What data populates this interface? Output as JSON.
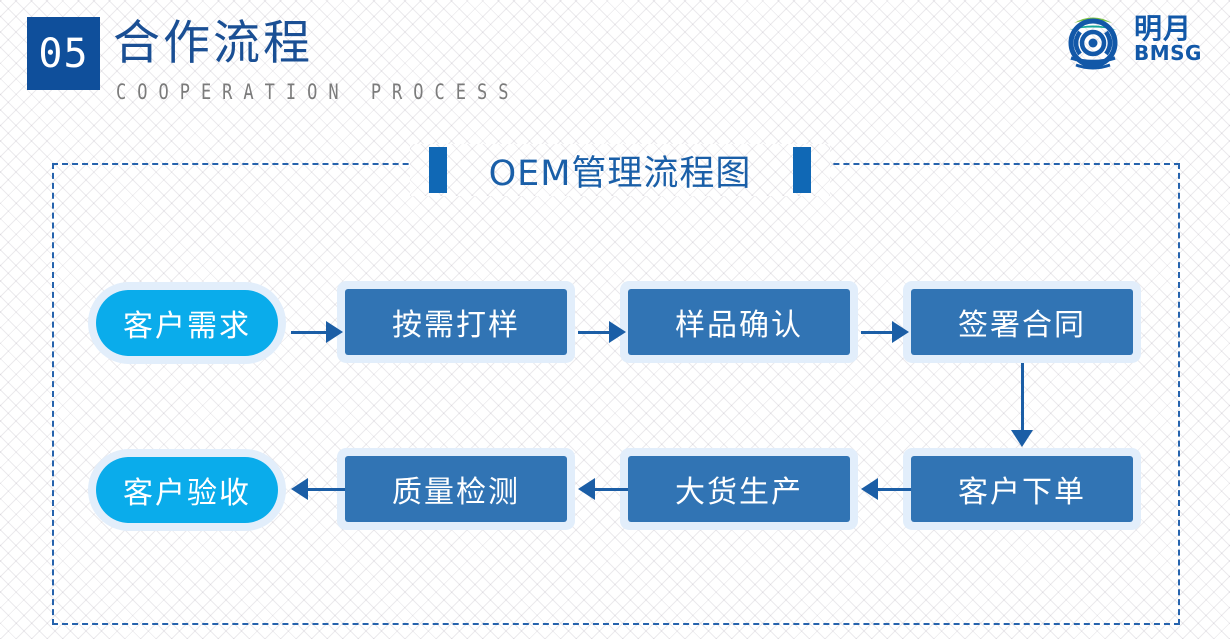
{
  "header": {
    "section_number": "05",
    "title": "合作流程",
    "subtitle": "COOPERATION PROCESS",
    "number_block_color": "#0f4f9b",
    "title_color": "#1a4f94"
  },
  "logo": {
    "name_cn": "明月",
    "name_en": "BMSG",
    "mark_colors": {
      "green": "#7ac143",
      "teal": "#16a99b",
      "blue": "#1258a8"
    }
  },
  "panel": {
    "title": "OEM管理流程图",
    "title_color": "#1a5fa8",
    "bar_color": "#1068b5",
    "border_color": "#2663ad",
    "border_style": "dashed"
  },
  "chart_data": {
    "type": "diagram",
    "title": "OEM管理流程图",
    "layout": "two-row serpentine flowchart",
    "colors": {
      "endpoint_node": "#0aaceb",
      "process_node": "#3174b4",
      "node_halo": "#e2eefb",
      "connector": "#1b5ea6",
      "node_text": "#ffffff"
    },
    "nodes": [
      {
        "id": "n1",
        "label": "客户需求",
        "shape": "pill",
        "row": 1,
        "col": 1
      },
      {
        "id": "n2",
        "label": "按需打样",
        "shape": "rectangle",
        "row": 1,
        "col": 2
      },
      {
        "id": "n3",
        "label": "样品确认",
        "shape": "rectangle",
        "row": 1,
        "col": 3
      },
      {
        "id": "n4",
        "label": "签署合同",
        "shape": "rectangle",
        "row": 1,
        "col": 4
      },
      {
        "id": "n5",
        "label": "客户下单",
        "shape": "rectangle",
        "row": 2,
        "col": 4
      },
      {
        "id": "n6",
        "label": "大货生产",
        "shape": "rectangle",
        "row": 2,
        "col": 3
      },
      {
        "id": "n7",
        "label": "质量检测",
        "shape": "rectangle",
        "row": 2,
        "col": 2
      },
      {
        "id": "n8",
        "label": "客户验收",
        "shape": "pill",
        "row": 2,
        "col": 1
      }
    ],
    "edges": [
      {
        "from": "n1",
        "to": "n2",
        "direction": "right"
      },
      {
        "from": "n2",
        "to": "n3",
        "direction": "right"
      },
      {
        "from": "n3",
        "to": "n4",
        "direction": "right"
      },
      {
        "from": "n4",
        "to": "n5",
        "direction": "down"
      },
      {
        "from": "n5",
        "to": "n6",
        "direction": "left"
      },
      {
        "from": "n6",
        "to": "n7",
        "direction": "left"
      },
      {
        "from": "n7",
        "to": "n8",
        "direction": "left"
      }
    ]
  }
}
